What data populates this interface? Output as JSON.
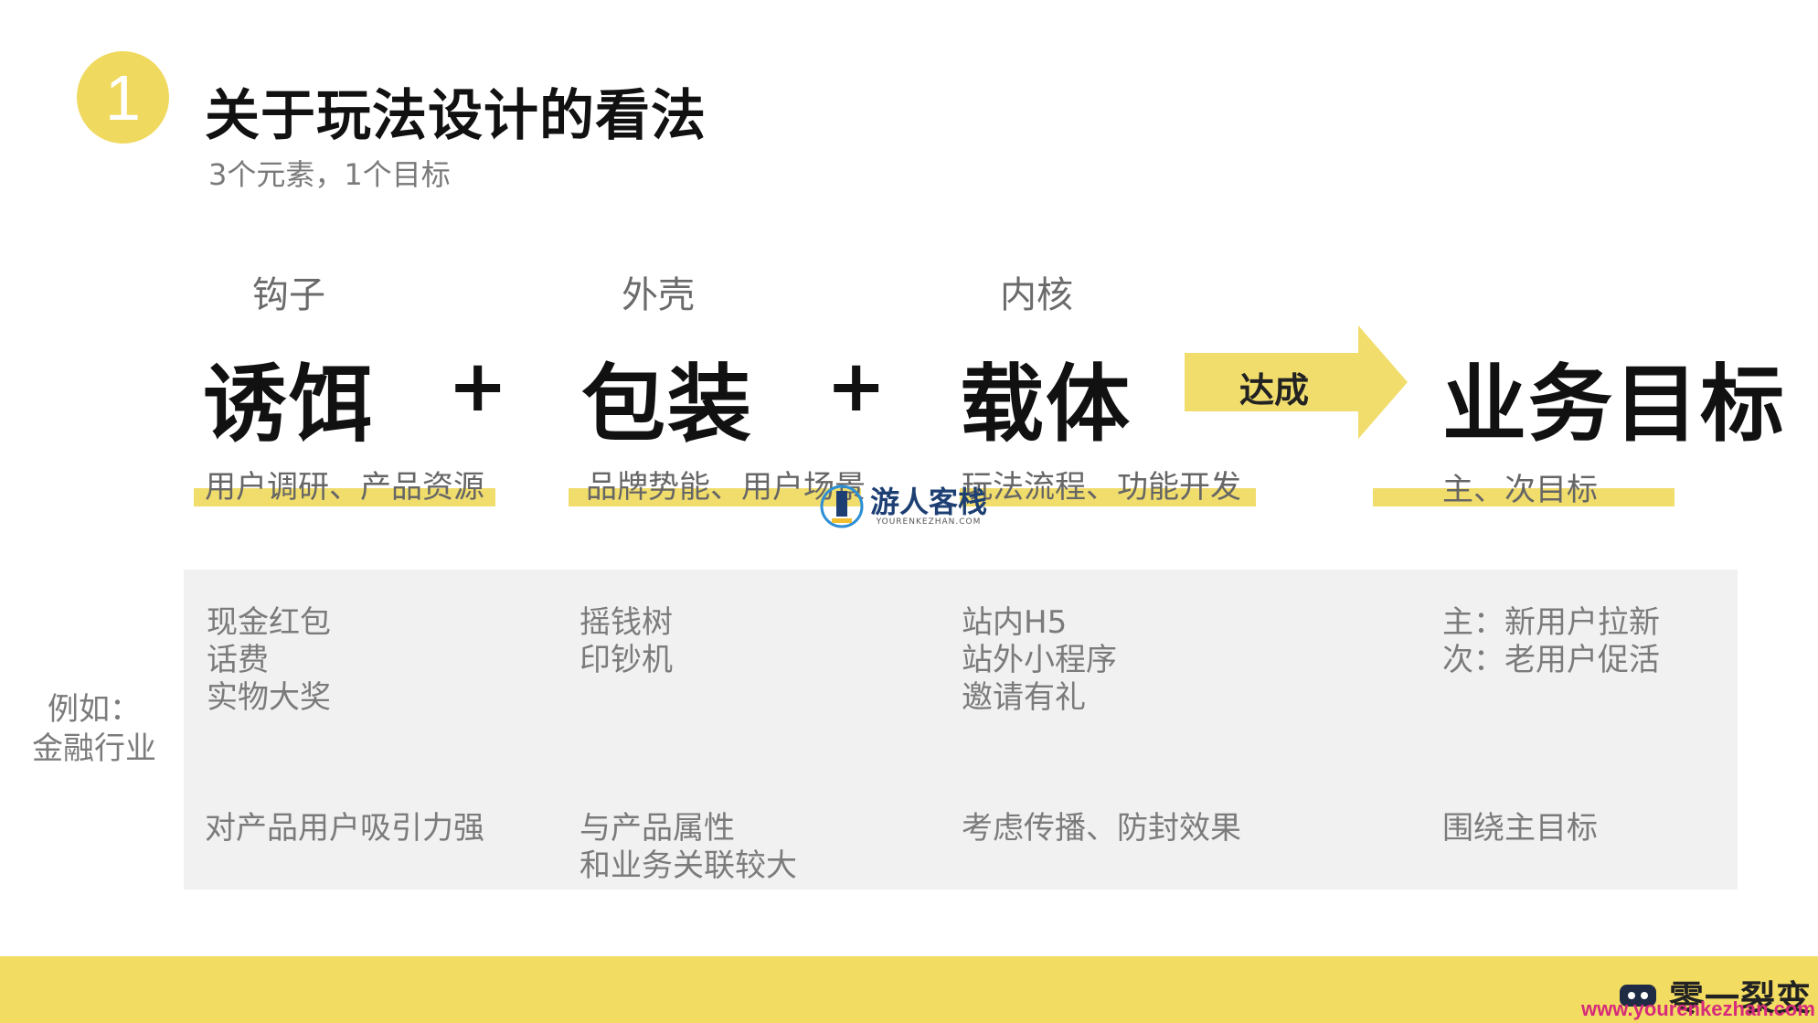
{
  "header": {
    "number": "1",
    "title": "关于玩法设计的看法",
    "subtitle": "3个元素，1个目标"
  },
  "columns": [
    {
      "category": "钩子",
      "big": "诱饵",
      "desc": "用户调研、产品资源",
      "examples": [
        "现金红包",
        "话费",
        "实物大奖"
      ],
      "note": [
        "对产品用户吸引力强"
      ]
    },
    {
      "category": "外壳",
      "big": "包装",
      "desc": "品牌势能、用户场景",
      "examples": [
        "摇钱树",
        "印钞机"
      ],
      "note": [
        "与产品属性",
        "和业务关联较大"
      ]
    },
    {
      "category": "内核",
      "big": "载体",
      "desc": "玩法流程、功能开发",
      "examples": [
        "站内H5",
        "站外小程序",
        "邀请有礼"
      ],
      "note": [
        "考虑传播、防封效果"
      ]
    },
    {
      "category": "",
      "big": "业务目标",
      "desc": "主、次目标",
      "examples": [
        "主：新用户拉新",
        "次：老用户促活"
      ],
      "note": [
        "围绕主目标"
      ]
    }
  ],
  "operators": {
    "plus1": "+",
    "plus2": "+"
  },
  "arrow": {
    "label": "达成"
  },
  "side_label": [
    "例如：",
    "金融行业"
  ],
  "watermark": {
    "title": "游人客栈",
    "sub": "YOURENKEZHAN.COM"
  },
  "brand": {
    "title": "零一裂变",
    "url": "www.yourenkezhan.com"
  },
  "colors": {
    "accent": "#f1dd6c",
    "panel": "#f1f1f1"
  }
}
